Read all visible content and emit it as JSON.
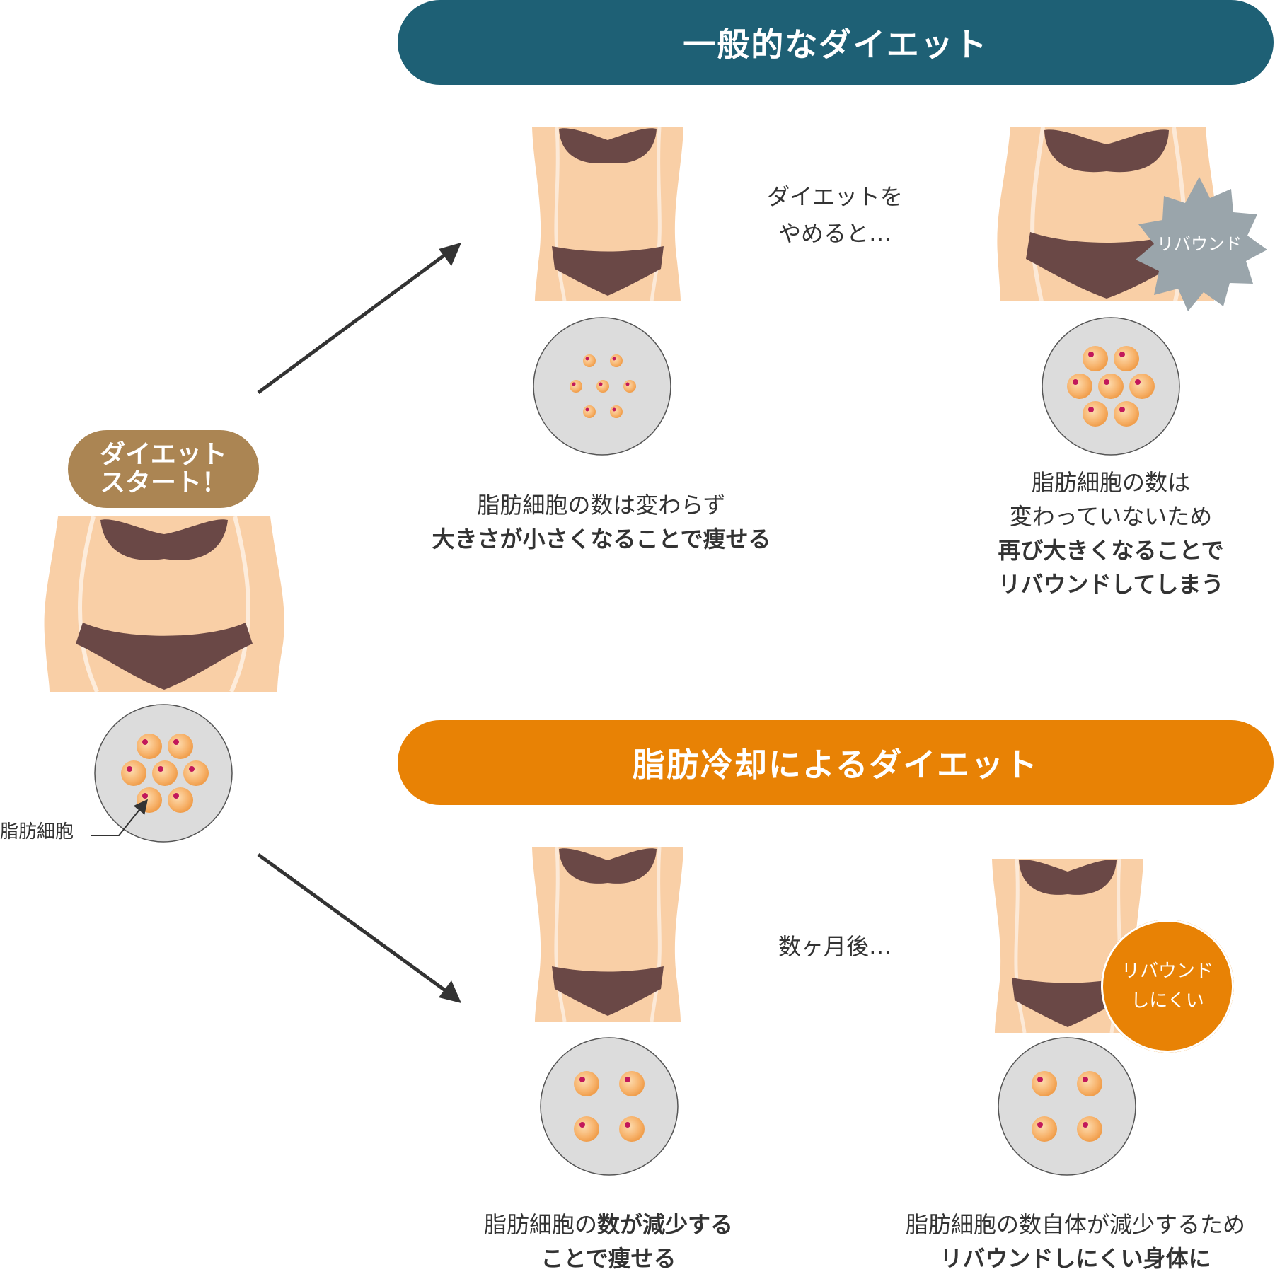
{
  "banners": {
    "general": "一般的なダイエット",
    "cooling": "脂肪冷却によるダイエット"
  },
  "start": {
    "line1": "ダイエット",
    "line2": "スタート！"
  },
  "fat_cell_label": "脂肪細胞",
  "general": {
    "transition": {
      "line1": "ダイエットを",
      "line2": "やめると…"
    },
    "rebound_badge": "リバウンド",
    "after_diet_caption": {
      "line1": "脂肪細胞の数は変わらず",
      "line2": "大きさが小さくなることで痩せる"
    },
    "rebound_caption": {
      "line1": "脂肪細胞の数は",
      "line2": "変わっていないため",
      "line3": "再び大きくなることで",
      "line4": "リバウンドしてしまう"
    }
  },
  "cooling": {
    "transition": "数ヶ月後…",
    "badge": {
      "line1": "リバウンド",
      "line2": "しにくい"
    },
    "after_caption": {
      "line1_pre": "脂肪細胞の",
      "line1_bold": "数が減少する",
      "line2": "ことで痩せる"
    },
    "months_caption": {
      "line1": "脂肪細胞の数自体が減少するため",
      "line2": "リバウンドしにくい身体に"
    }
  },
  "colors": {
    "general_banner": "#1e6075",
    "cooling_banner": "#e88205",
    "start_badge": "#ab8553",
    "skin": "#f9cfa6",
    "bikini": "#6a4846",
    "circle": "#dcdcdc",
    "fat_cell": "#f7b26a",
    "rebound_star": "#9aa5ab",
    "arrow": "#333333"
  }
}
